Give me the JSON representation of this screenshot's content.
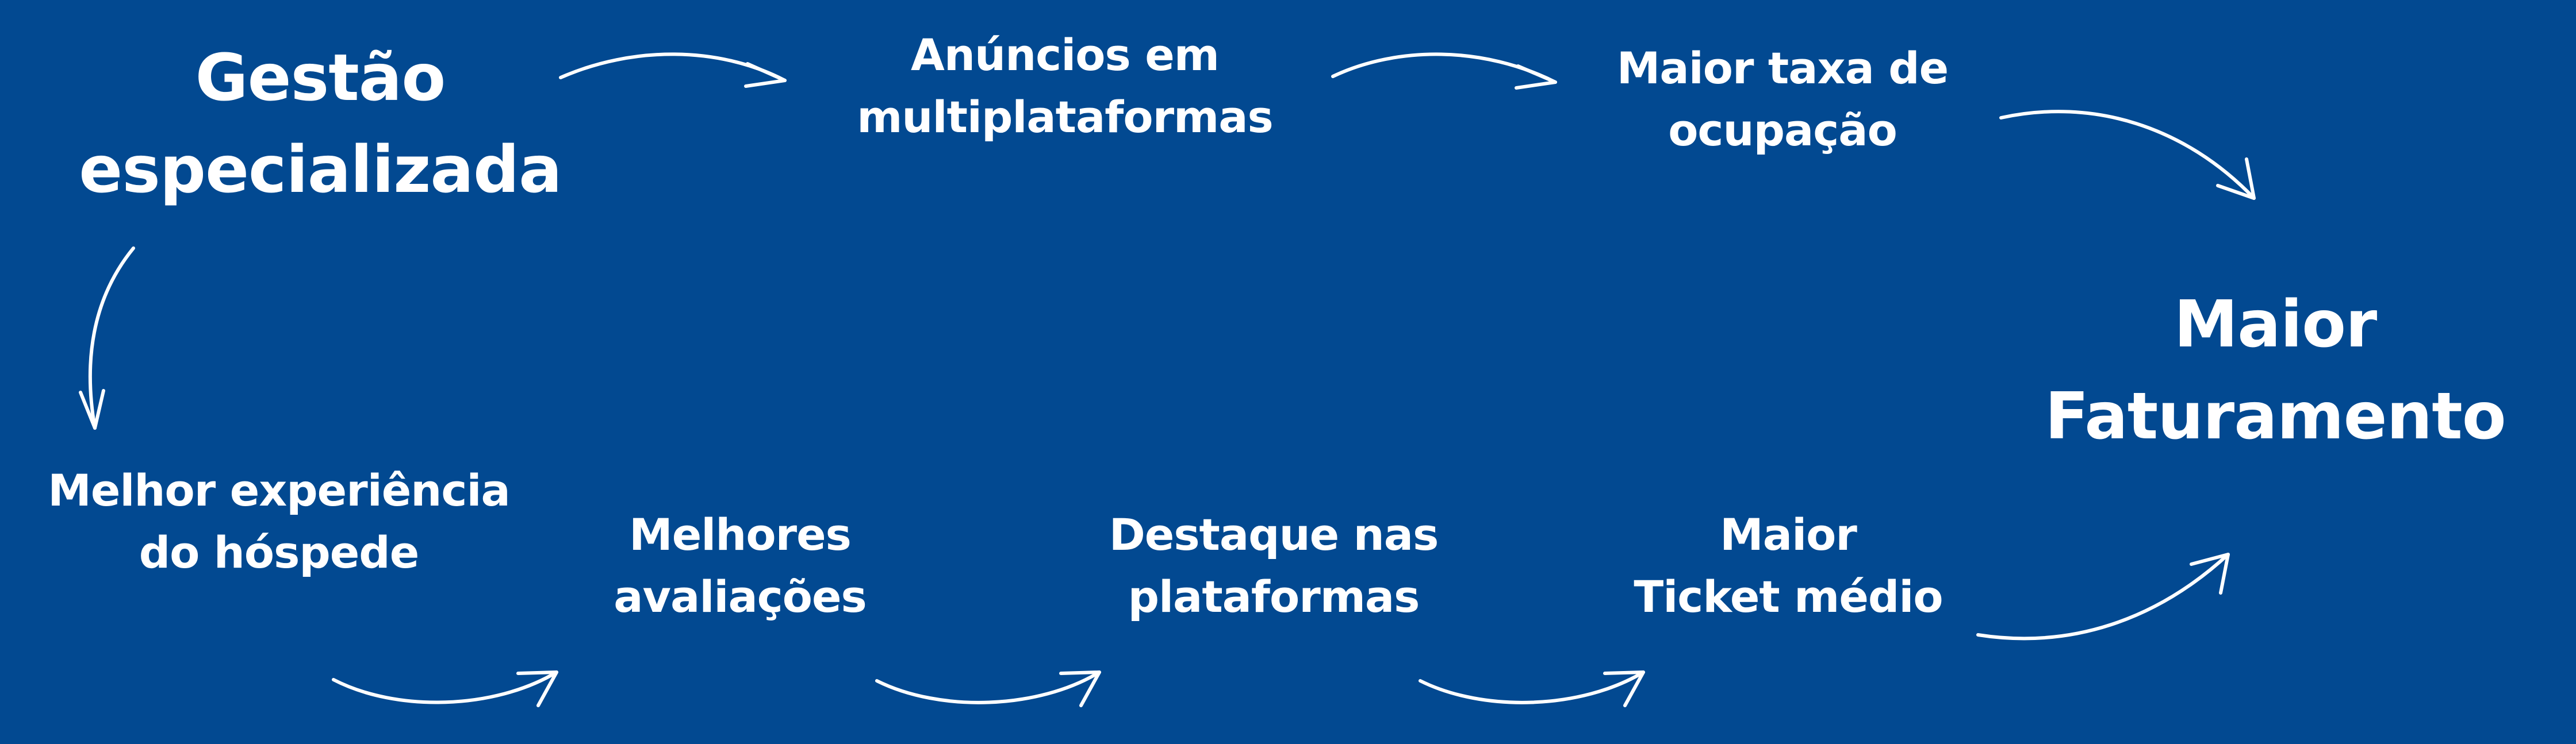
{
  "diagram": {
    "background_color": "#024991",
    "text_color": "#ffffff",
    "nodes": {
      "gestao": {
        "line1": "Gestão",
        "line2": "especializada"
      },
      "anuncios": {
        "line1": "Anúncios em",
        "line2": "multiplataformas"
      },
      "ocupacao": {
        "line1": "Maior taxa de",
        "line2": "ocupação"
      },
      "faturamento": {
        "line1": "Maior",
        "line2": "Faturamento"
      },
      "experiencia": {
        "line1": "Melhor experiência",
        "line2": "do hóspede"
      },
      "avaliacoes": {
        "line1": "Melhores",
        "line2": "avaliações"
      },
      "destaque": {
        "line1": "Destaque nas",
        "line2": "plataformas"
      },
      "ticket": {
        "line1": "Maior",
        "line2": "Ticket médio"
      }
    },
    "connections": [
      {
        "from": "gestao",
        "to": "anuncios"
      },
      {
        "from": "anuncios",
        "to": "ocupacao"
      },
      {
        "from": "ocupacao",
        "to": "faturamento"
      },
      {
        "from": "gestao",
        "to": "experiencia"
      },
      {
        "from": "experiencia",
        "to": "avaliacoes"
      },
      {
        "from": "avaliacoes",
        "to": "destaque"
      },
      {
        "from": "destaque",
        "to": "ticket"
      },
      {
        "from": "ticket",
        "to": "faturamento"
      }
    ]
  }
}
